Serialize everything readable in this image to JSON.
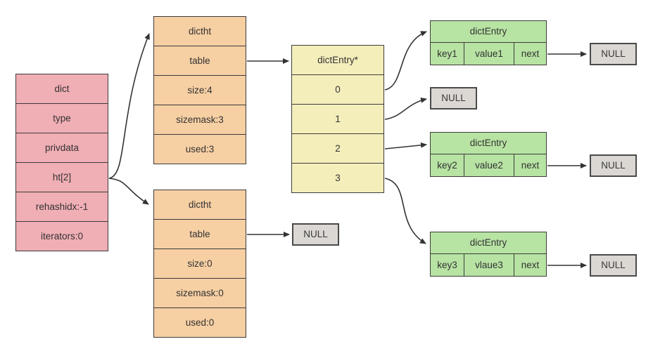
{
  "colors": {
    "pink": "#f0aeb5",
    "orange": "#f6cfa3",
    "yellow": "#f4eebb",
    "green": "#b7e3a3",
    "gray": "#dbd7d3",
    "border": "#3b3b3b",
    "arrow": "#333333",
    "text": "#333333",
    "bg": "#ffffff"
  },
  "diagram": {
    "dict": {
      "rows": [
        "dict",
        "type",
        "privdata",
        "ht[2]",
        "rehashidx:-1",
        "iterators:0"
      ]
    },
    "dictht_top": {
      "rows": [
        "dictht",
        "table",
        "size:4",
        "sizemask:3",
        "used:3"
      ]
    },
    "dictht_bottom": {
      "rows": [
        "dictht",
        "table",
        "size:0",
        "sizemask:0",
        "used:0"
      ]
    },
    "bucket_array": {
      "rows": [
        "dictEntry*",
        "0",
        "1",
        "2",
        "3"
      ]
    },
    "entries": [
      {
        "title": "dictEntry",
        "key": "key1",
        "value": "value1",
        "next": "next"
      },
      {
        "title": "dictEntry",
        "key": "key2",
        "value": "value2",
        "next": "next"
      },
      {
        "title": "dictEntry",
        "key": "key3",
        "value": "vlaue3",
        "next": "next"
      }
    ],
    "nulls": [
      "NULL",
      "NULL",
      "NULL",
      "NULL",
      "NULL"
    ]
  }
}
